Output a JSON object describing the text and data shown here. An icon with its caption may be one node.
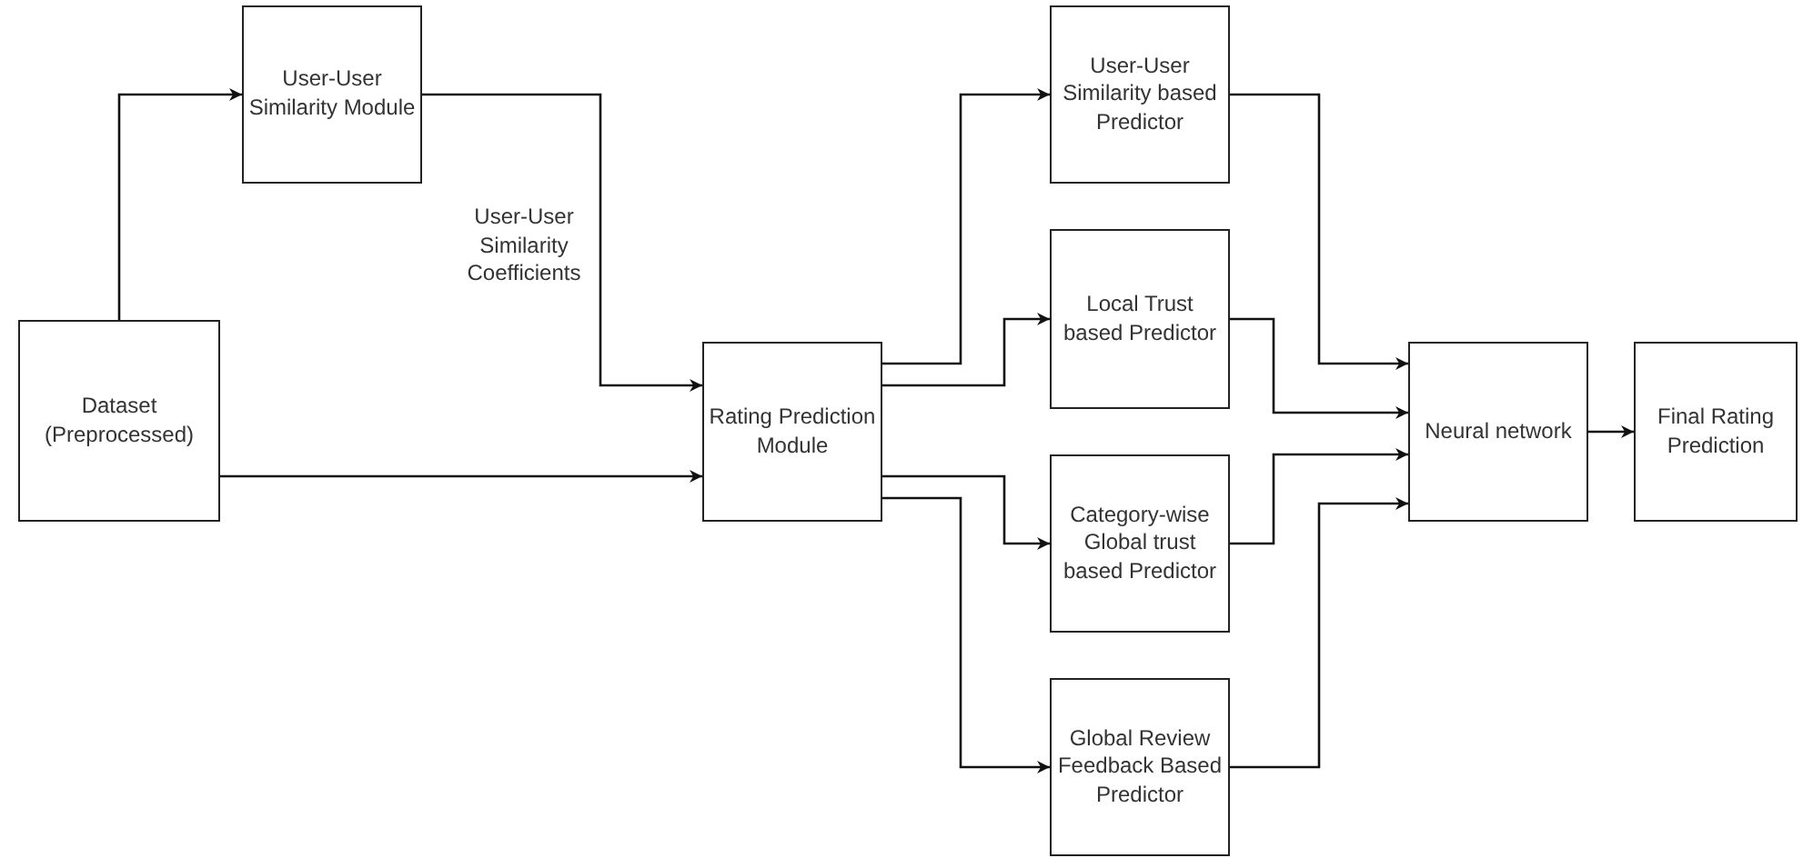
{
  "diagram": {
    "nodes": [
      {
        "text": [
          "Dataset (Preprocessed)"
        ]
      },
      {
        "text": [
          "User-User Similarity Module"
        ]
      },
      {
        "text": [
          "Rating Prediction Module"
        ]
      },
      {
        "text": [
          "User-User Similarity based Predictor"
        ]
      },
      {
        "text": [
          "Local Trust based Predictor"
        ]
      },
      {
        "text": [
          "Category-wise Global trust based Predictor"
        ]
      },
      {
        "text": [
          "Global Review Feedback Based Predictor"
        ]
      },
      {
        "text": [
          "Neural network"
        ]
      },
      {
        "text": [
          "Final Rating Prediction"
        ]
      }
    ],
    "edges": [
      {
        "from": 0,
        "to": 1,
        "arrow": "to"
      },
      {
        "from": 1,
        "to": 2,
        "arrow": "to",
        "label": "User-User Similarity Coefficients"
      },
      {
        "from": 0,
        "to": 2,
        "arrow": "to"
      },
      {
        "from": 2,
        "to": 3,
        "arrow": "to"
      },
      {
        "from": 2,
        "to": 4,
        "arrow": "to"
      },
      {
        "from": 2,
        "to": 5,
        "arrow": "to"
      },
      {
        "from": 2,
        "to": 6,
        "arrow": "to"
      },
      {
        "from": 3,
        "to": 7,
        "arrow": "to"
      },
      {
        "from": 4,
        "to": 7,
        "arrow": "to"
      },
      {
        "from": 5,
        "to": 7,
        "arrow": "to"
      },
      {
        "from": 6,
        "to": 7,
        "arrow": "to"
      },
      {
        "from": 7,
        "to": 8,
        "arrow": "to"
      }
    ]
  }
}
